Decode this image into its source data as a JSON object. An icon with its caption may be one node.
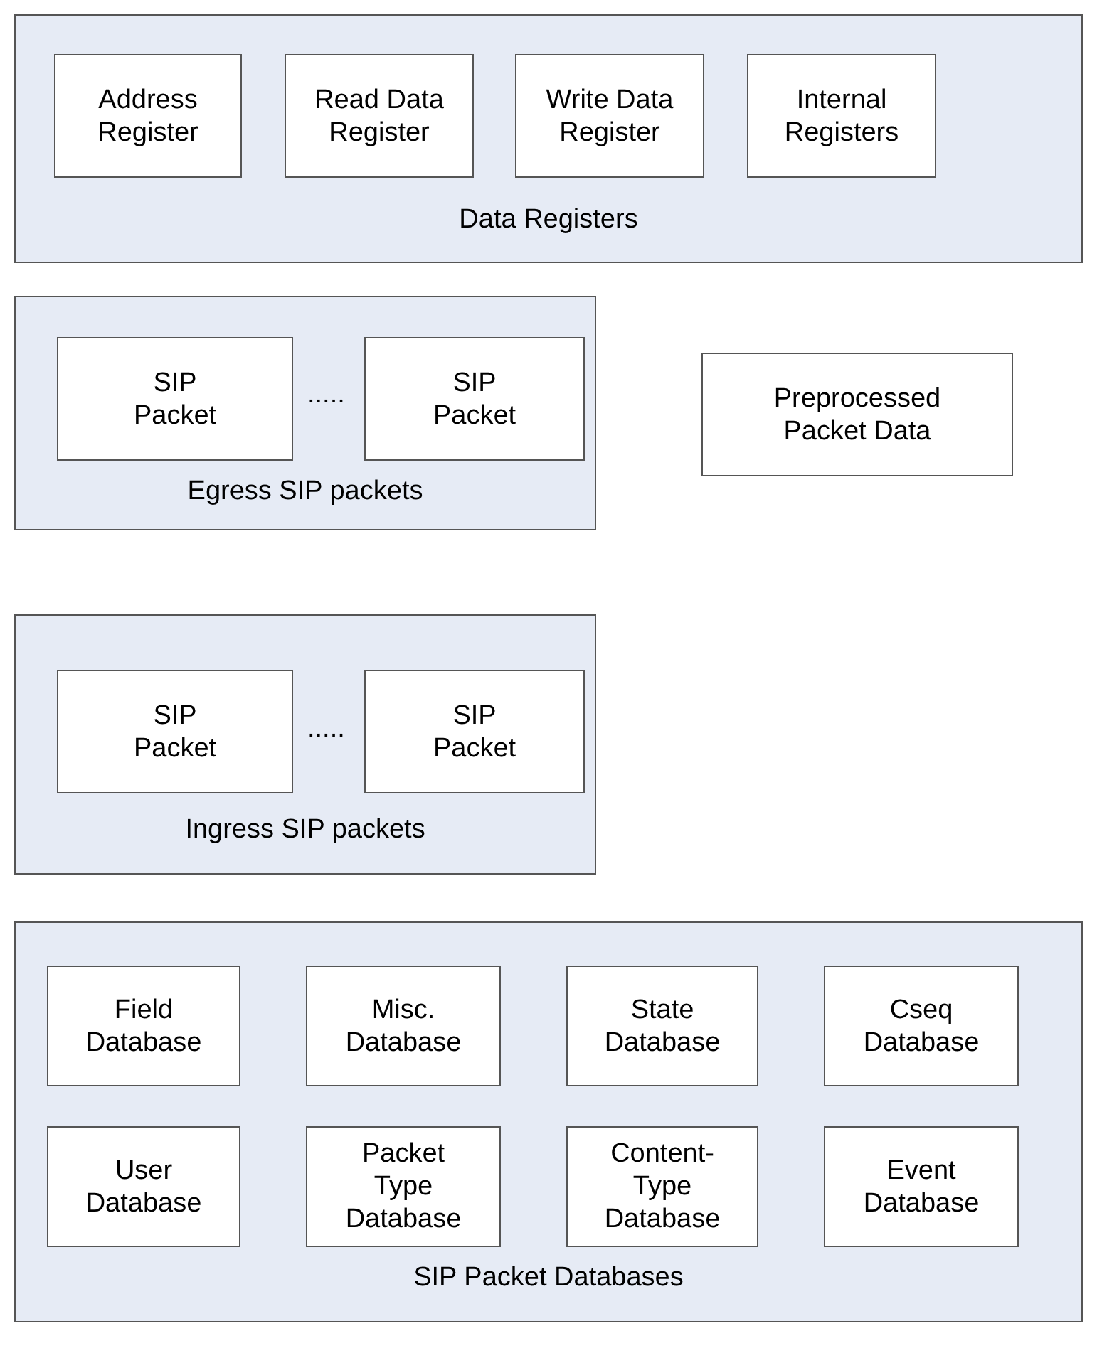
{
  "diagram": {
    "nodes": [
      {
        "text": [
          "Data Registers"
        ]
      },
      {
        "text": [
          "Address Register"
        ],
        "in": 0
      },
      {
        "text": [
          "Read Data Register"
        ],
        "in": 0
      },
      {
        "text": [
          "Write Data Register"
        ],
        "in": 0
      },
      {
        "text": [
          "Internal Registers"
        ],
        "in": 0
      },
      {
        "text": [
          "Egress SIP packets"
        ]
      },
      {
        "text": [
          "SIP Packet"
        ],
        "in": 5
      },
      {
        "text": [
          "SIP Packet"
        ],
        "in": 5
      },
      {
        "text": [
          "Preprocessed Packet Data"
        ]
      },
      {
        "text": [
          "Ingress SIP packets"
        ]
      },
      {
        "text": [
          "SIP Packet"
        ],
        "in": 9
      },
      {
        "text": [
          "SIP Packet"
        ],
        "in": 9
      },
      {
        "text": [
          "SIP Packet Databases"
        ]
      },
      {
        "text": [
          "Field Database"
        ],
        "in": 12
      },
      {
        "text": [
          "Misc. Database"
        ],
        "in": 12
      },
      {
        "text": [
          "State Database"
        ],
        "in": 12
      },
      {
        "text": [
          "Cseq Database"
        ],
        "in": 12
      },
      {
        "text": [
          "User Database"
        ],
        "in": 12
      },
      {
        "text": [
          "Packet Type Database"
        ],
        "in": 12
      },
      {
        "text": [
          "Content-Type Database"
        ],
        "in": 12
      },
      {
        "text": [
          "Event Database"
        ],
        "in": 12
      }
    ],
    "labels": [
      ".....",
      "....."
    ]
  }
}
